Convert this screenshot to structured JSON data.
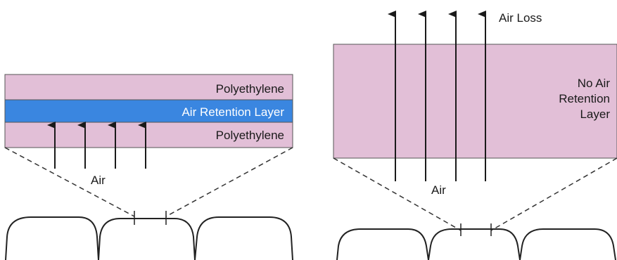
{
  "left_panel": {
    "top_layer_label": "Polyethylene",
    "middle_layer_label": "Air Retention Layer",
    "bottom_layer_label": "Polyethylene",
    "air_label": "Air"
  },
  "right_panel": {
    "air_loss_label": "Air Loss",
    "layer_label_line1": "No Air",
    "layer_label_line2": "Retention",
    "layer_label_line3": "Layer",
    "air_label": "Air"
  },
  "colors": {
    "polyethylene": "#e2bfd7",
    "air_retention": "#3a86e0",
    "outline": "#333333",
    "arrow": "#1a1a1a"
  }
}
